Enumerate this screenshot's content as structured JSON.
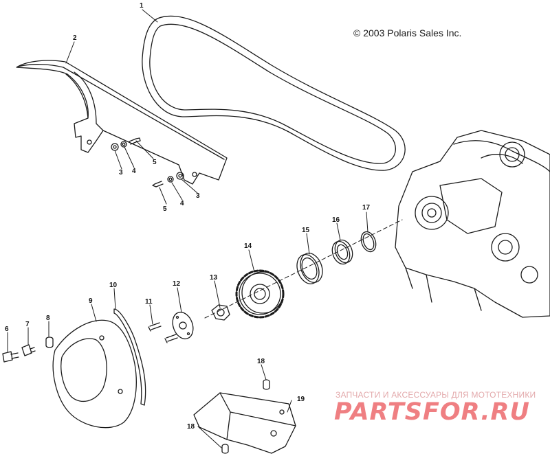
{
  "copyright": "© 2003 Polaris Sales Inc.",
  "watermark": {
    "line1": "ЗАПЧАСТИ И АКСЕССУАРЫ ДЛЯ МОТОТЕХНИКИ",
    "logo": "PARTSFOR.RU"
  },
  "callouts": {
    "c1": "1",
    "c2": "2",
    "c3a": "3",
    "c3b": "3",
    "c4a": "4",
    "c4b": "4",
    "c5a": "5",
    "c5b": "5",
    "c6": "6",
    "c7": "7",
    "c8": "8",
    "c9": "9",
    "c10": "10",
    "c11": "11",
    "c12": "12",
    "c13": "13",
    "c14": "14",
    "c15": "15",
    "c16": "16",
    "c17": "17",
    "c18a": "18",
    "c18b": "18",
    "c19": "19"
  },
  "colors": {
    "line": "#1a1a1a",
    "watermark": "#ef7f82"
  }
}
